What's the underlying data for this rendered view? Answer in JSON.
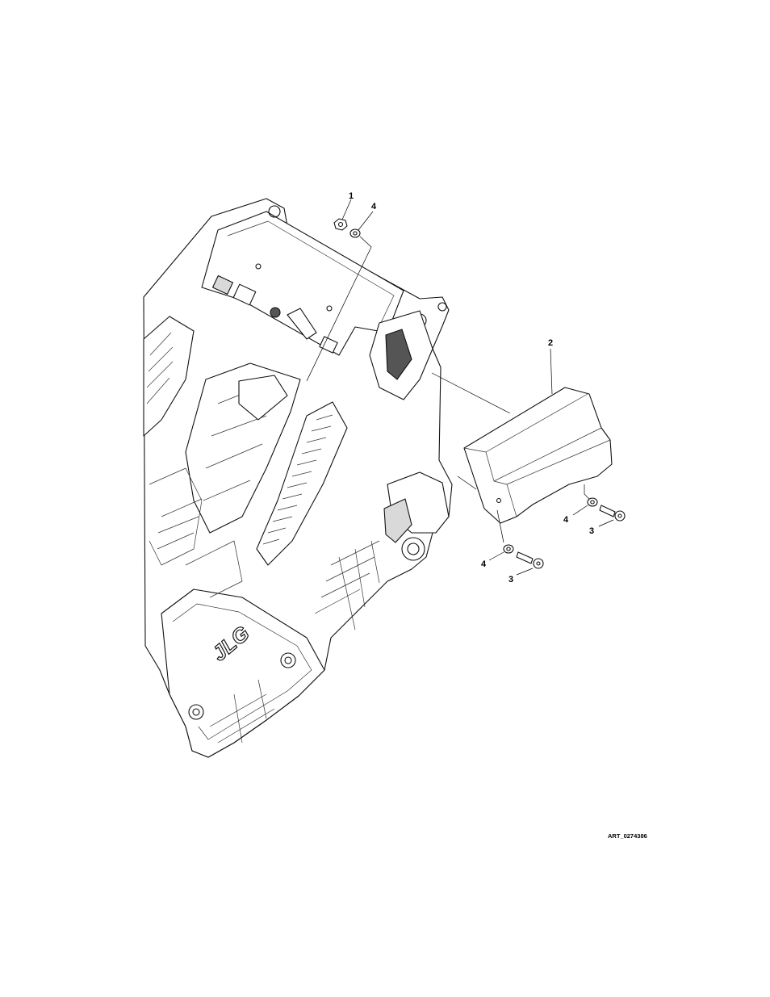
{
  "callouts": {
    "nut_top": "1",
    "washer_top": "4",
    "cover": "2",
    "washer_right": "4",
    "screw_right": "3",
    "washer_bottom": "4",
    "screw_bottom": "3"
  },
  "branding": {
    "logo_text": "JLG"
  },
  "art_id": "ART_0274386"
}
